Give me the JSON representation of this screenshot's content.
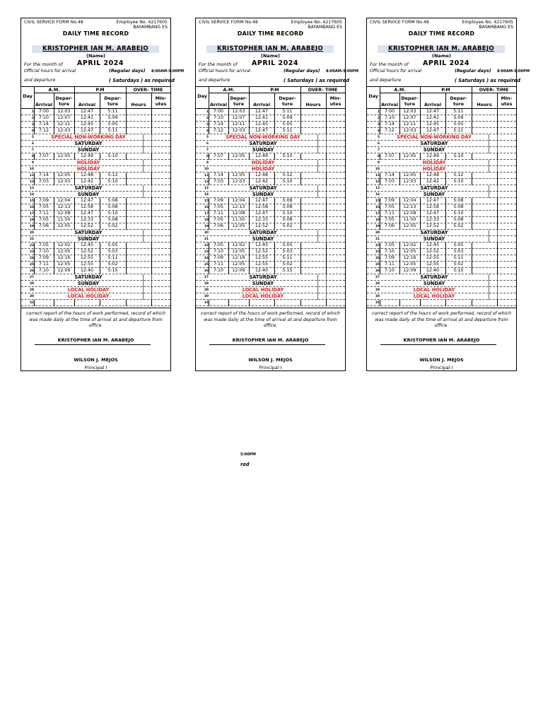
{
  "form": {
    "civil_service_form": "CIVIL SERVICE FORM No.48",
    "employee_no": "Employee No. 4217605",
    "school": "BAYAMBANG ES",
    "title": "DAILY TIME RECORD",
    "name": "KRISTOPHER IAN M. ARABEJO",
    "name_caption": "(Name)",
    "for_month_label": "For the month of",
    "month": "APRIL 2024",
    "official_hours_label": "Official hours for arrival",
    "regular_days": "(Regular days)",
    "regular_hours": "8:00AM-5:00PM",
    "departure_label": "and departure",
    "saturdays_required": "( Saturdays ) as required",
    "col_day": "Day",
    "col_am": "A.M.",
    "col_pm": "P.M",
    "col_overtime": "OVER- TIME",
    "col_arrival": "Arrival",
    "col_departure_1": "Depar-",
    "col_departure_2": "ture",
    "col_hours": "Hours",
    "col_minutes_1": "Min-",
    "col_minutes_2": "utes",
    "certification": "correct report of the hours of work performed, record of which was made daily at the time of arrival at and departure from office.",
    "signatory": "KRISTOPHER IAN M. ARABEJO",
    "principal_name": "WILSON J. MEJOS",
    "principal_title": "Principal I",
    "days": [
      {
        "day": "1",
        "am_in": "7:00",
        "am_out": "12:03",
        "pm_in": "12:47",
        "pm_out": "5:11"
      },
      {
        "day": "2",
        "am_in": "7:10",
        "am_out": "12:07",
        "pm_in": "12:41",
        "pm_out": "5:09"
      },
      {
        "day": "3",
        "am_in": "7:14",
        "am_out": "12:11",
        "pm_in": "12:45",
        "pm_out": "5:05"
      },
      {
        "day": "4",
        "am_in": "7:12",
        "am_out": "12:03",
        "pm_in": "12:47",
        "pm_out": "5:11"
      },
      {
        "day": "5",
        "special": "SPECIAL NON-WORKING DAY",
        "red": true
      },
      {
        "day": "6",
        "special": "SATURDAY",
        "red": false
      },
      {
        "day": "7",
        "special": "SUNDAY",
        "red": false
      },
      {
        "day": "8",
        "am_in": "7:07",
        "am_out": "12:05",
        "pm_in": "12:49",
        "pm_out": "5:10"
      },
      {
        "day": "9",
        "special": "HOLIDAY",
        "red": true
      },
      {
        "day": "10",
        "special": "HOLIDAY",
        "red": true
      },
      {
        "day": "11",
        "am_in": "7:14",
        "am_out": "12:05",
        "pm_in": "12:48",
        "pm_out": "5:12"
      },
      {
        "day": "12",
        "am_in": "7:03",
        "am_out": "12:03",
        "pm_in": "12:42",
        "pm_out": "5:10"
      },
      {
        "day": "13",
        "special": "SATURDAY",
        "red": false
      },
      {
        "day": "14",
        "special": "SUNDAY",
        "red": false
      },
      {
        "day": "15",
        "am_in": "7:09",
        "am_out": "12:04",
        "pm_in": "12:47",
        "pm_out": "5:08"
      },
      {
        "day": "16",
        "am_in": "7:05",
        "am_out": "12:13",
        "pm_in": "12:58",
        "pm_out": "5:08"
      },
      {
        "day": "17",
        "am_in": "7:11",
        "am_out": "12:08",
        "pm_in": "12:47",
        "pm_out": "5:10"
      },
      {
        "day": "18",
        "am_in": "7:05",
        "am_out": "11:50",
        "pm_in": "12:33",
        "pm_out": "5:08"
      },
      {
        "day": "19",
        "am_in": "7:06",
        "am_out": "12:05",
        "pm_in": "12:52",
        "pm_out": "5:02"
      },
      {
        "day": "20",
        "special": "SATURDAY",
        "red": false
      },
      {
        "day": "21",
        "special": "SUNDAY",
        "red": false
      },
      {
        "day": "22",
        "am_in": "7:05",
        "am_out": "12:02",
        "pm_in": "12:45",
        "pm_out": "5:05"
      },
      {
        "day": "23",
        "am_in": "7:10",
        "am_out": "12:05",
        "pm_in": "12:52",
        "pm_out": "5:03"
      },
      {
        "day": "24",
        "am_in": "7:09",
        "am_out": "12:16",
        "pm_in": "12:55",
        "pm_out": "5:11"
      },
      {
        "day": "25",
        "am_in": "7:11",
        "am_out": "12:05",
        "pm_in": "12:55",
        "pm_out": "5:02"
      },
      {
        "day": "26",
        "am_in": "7:10",
        "am_out": "12:09",
        "pm_in": "12:40",
        "pm_out": "5:15"
      },
      {
        "day": "27",
        "special": "SATURDAY",
        "red": false
      },
      {
        "day": "28",
        "special": "SUNDAY",
        "red": false
      },
      {
        "day": "29",
        "special": "LOCAL HOLIDAY",
        "red": true
      },
      {
        "day": "30",
        "special": "LOCAL HOLIDAY",
        "red": true
      },
      {
        "day": "31"
      }
    ]
  },
  "stray": {
    "hours": "5:00PM",
    "fragment": "red"
  },
  "colors": {
    "name_highlight": "#dbe3f1",
    "holiday_red": "#e01c1c"
  }
}
